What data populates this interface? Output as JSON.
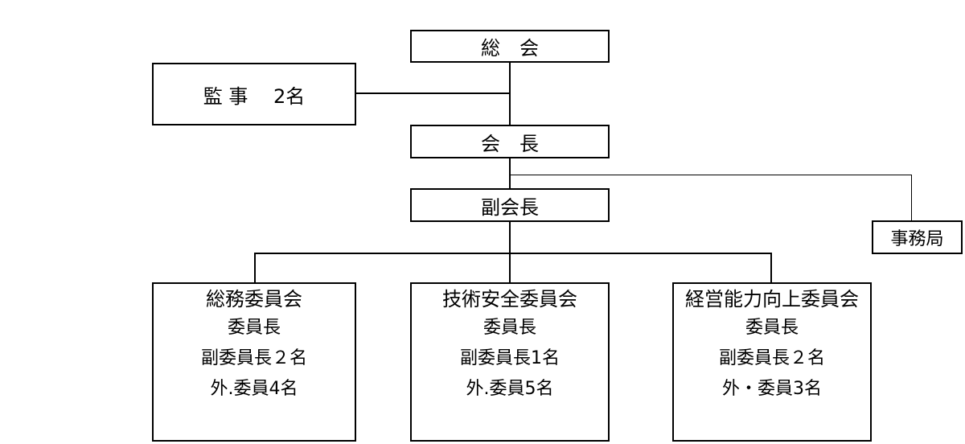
{
  "general_assembly": "総　会",
  "auditor": "監 事　 2名",
  "president": "会　長",
  "vice_president": "副会長",
  "secretariat": "事務局",
  "committees": [
    {
      "title": "総務委員会",
      "lines": [
        "委員長",
        "副委員長２名",
        "外.委員4名"
      ]
    },
    {
      "title": "技術安全委員会",
      "lines": [
        "委員長",
        "副委員長1名",
        "外.委員5名"
      ]
    },
    {
      "title": "経営能力向上委員会",
      "lines": [
        "委員長",
        "副委員長２名",
        "外・委員3名"
      ]
    }
  ]
}
